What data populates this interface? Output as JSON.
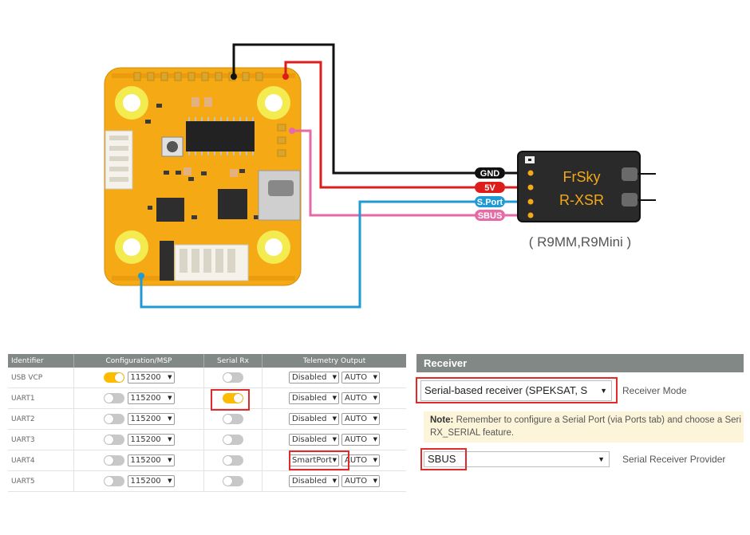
{
  "diagram": {
    "wire_labels": [
      "GND",
      "5V",
      "S.Port",
      "SBUS"
    ],
    "receiver_name_line1": "FrSky",
    "receiver_name_line2": "R-XSR",
    "compatible_models": "( R9MM,R9Mini )",
    "colors": {
      "gnd": "#111111",
      "v5": "#dd1c1c",
      "sport": "#1e9ad6",
      "sbus": "#e66aa6",
      "board": "#f4a915",
      "toggle_on": "#ffbb00",
      "highlight": "#e32a2a"
    }
  },
  "ports_table": {
    "headers": [
      "Identifier",
      "Configuration/MSP",
      "Serial Rx",
      "Telemetry Output"
    ],
    "rows": [
      {
        "id": "USB VCP",
        "baud": "115200",
        "telemetry": "Disabled",
        "auto": "AUTO",
        "msp_on": true,
        "rx_on": false
      },
      {
        "id": "UART1",
        "baud": "115200",
        "telemetry": "Disabled",
        "auto": "AUTO",
        "msp_on": false,
        "rx_on": true
      },
      {
        "id": "UART2",
        "baud": "115200",
        "telemetry": "Disabled",
        "auto": "AUTO",
        "msp_on": false,
        "rx_on": false
      },
      {
        "id": "UART3",
        "baud": "115200",
        "telemetry": "Disabled",
        "auto": "AUTO",
        "msp_on": false,
        "rx_on": false
      },
      {
        "id": "UART4",
        "baud": "115200",
        "telemetry": "SmartPort",
        "auto": "AUTO",
        "msp_on": false,
        "rx_on": false
      },
      {
        "id": "UART5",
        "baud": "115200",
        "telemetry": "Disabled",
        "auto": "AUTO",
        "msp_on": false,
        "rx_on": false
      }
    ]
  },
  "receiver_panel": {
    "title": "Receiver",
    "mode_value": "Serial-based receiver (SPEKSAT, S",
    "mode_label": "Receiver Mode",
    "note_bold": "Note:",
    "note_line1": "Remember to configure a Serial Port (via Ports tab) and choose a Seri",
    "note_line2": "RX_SERIAL feature.",
    "provider_value": "SBUS",
    "provider_label": "Serial Receiver Provider"
  }
}
